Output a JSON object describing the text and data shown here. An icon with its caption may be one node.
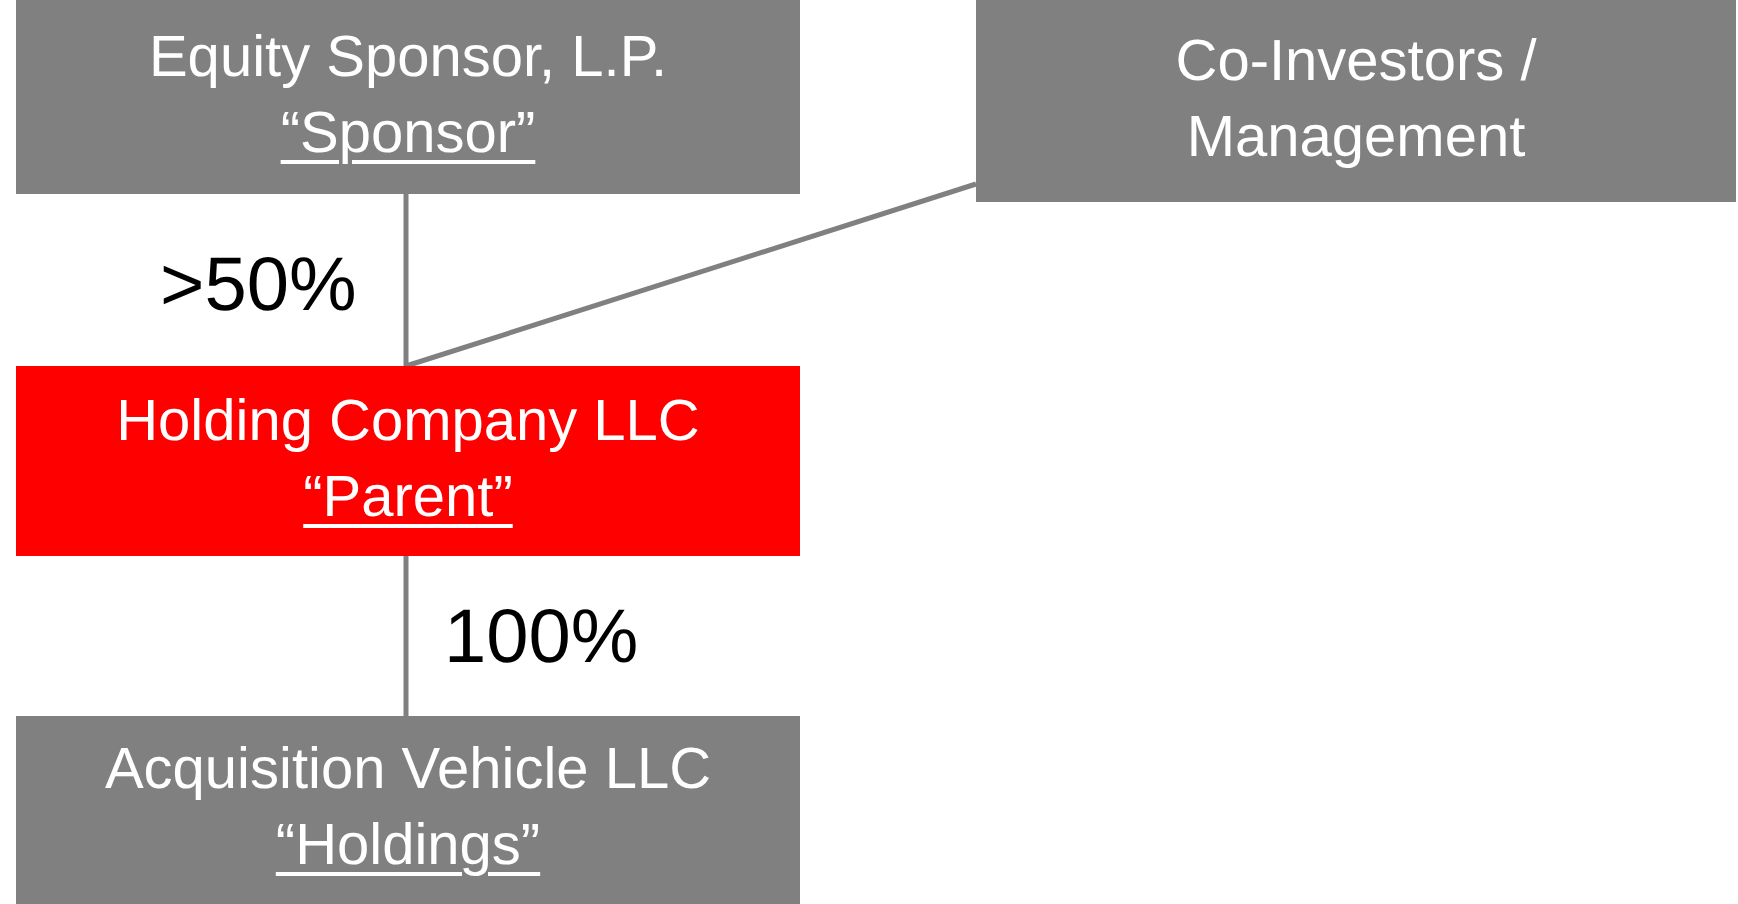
{
  "diagram": {
    "nodes": [
      {
        "text": [
          "Equity Sponsor, L.P.",
          "“Sponsor”"
        ]
      },
      {
        "text": [
          "Co-Investors / Management"
        ]
      },
      {
        "text": [
          "Holding Company LLC",
          "“Parent”"
        ]
      },
      {
        "text": [
          "Acquisition Vehicle LLC",
          "“Holdings”"
        ]
      }
    ],
    "edges": [
      {
        "from": 0,
        "to": 2,
        "arrow": "none",
        "label": ">50%"
      },
      {
        "from": 1,
        "to": 2,
        "arrow": "none"
      },
      {
        "from": 2,
        "to": 3,
        "arrow": "none",
        "label": "100%"
      }
    ]
  }
}
